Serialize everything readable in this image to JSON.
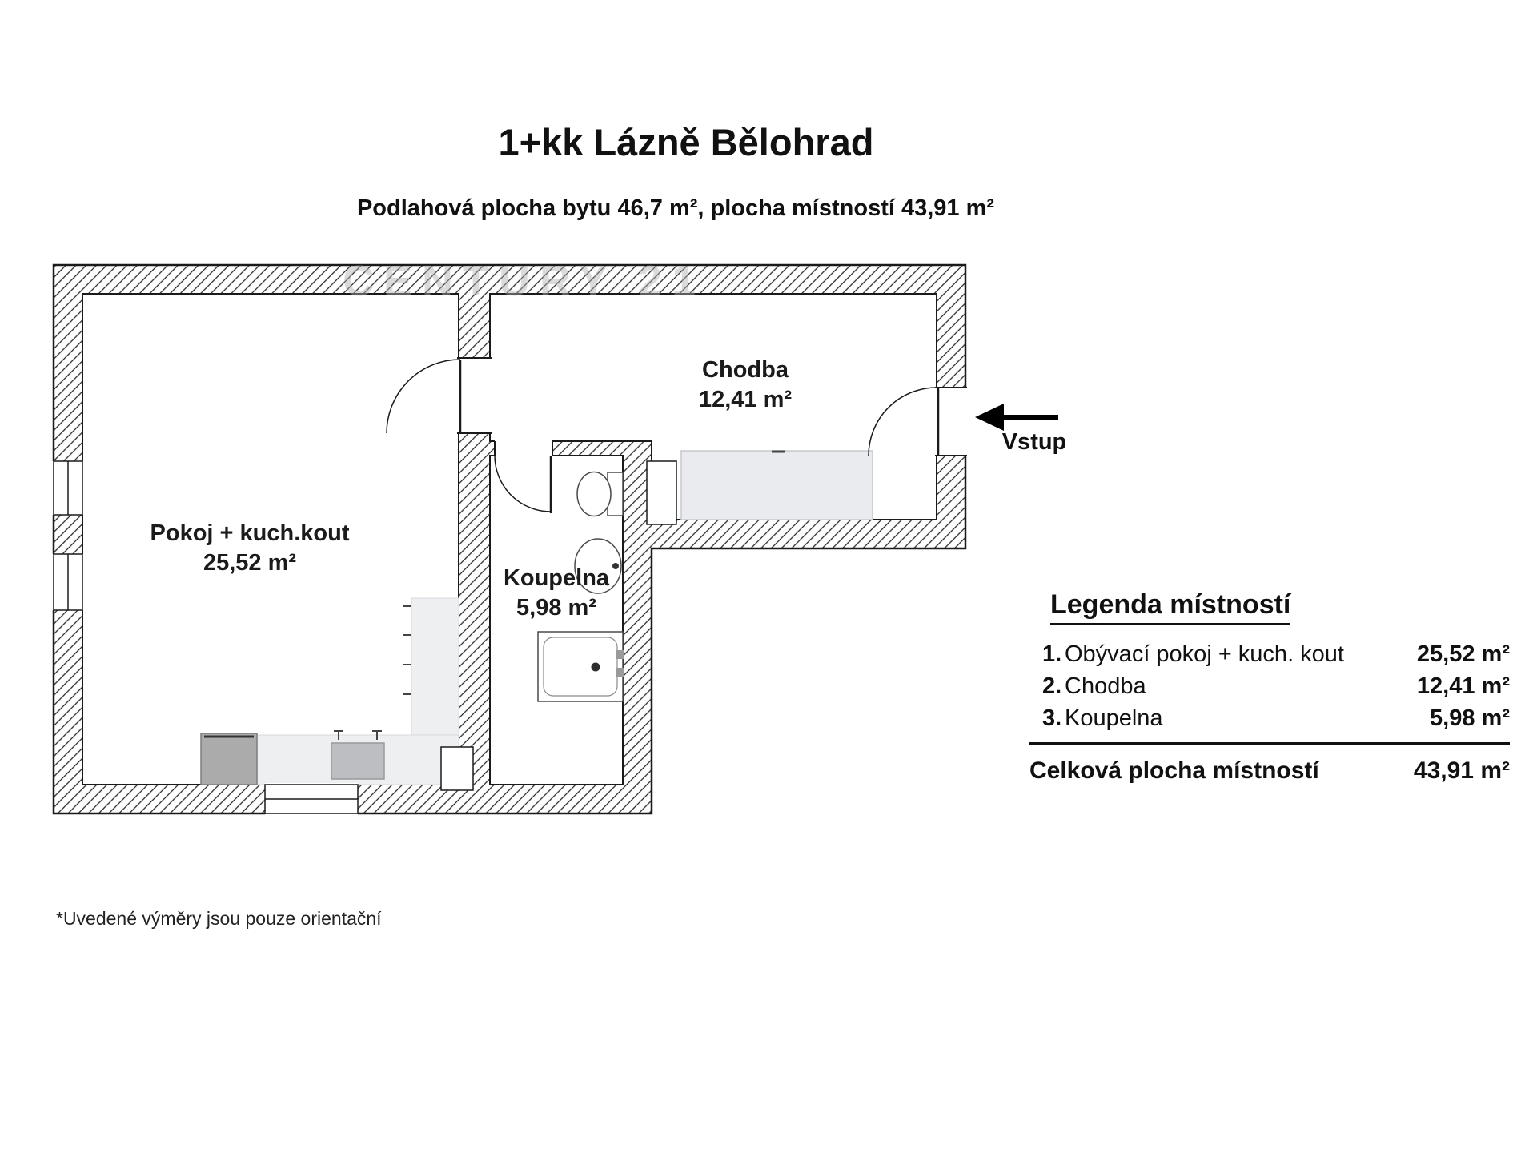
{
  "header": {
    "title": "1+kk Lázně Bělohrad",
    "subtitle": "Podlahová plocha bytu 46,7 m², plocha místností 43,91 m²"
  },
  "watermark": "CENTURY 21",
  "floorplan": {
    "rooms": [
      {
        "name": "Pokoj + kuch.kout",
        "area": "25,52 m²"
      },
      {
        "name": "Chodba",
        "area": "12,41 m²"
      },
      {
        "name": "Koupelna",
        "area": "5,98 m²"
      }
    ],
    "entrance_label": "Vstup"
  },
  "legend": {
    "title": "Legenda místností",
    "rows": [
      {
        "num": "1.",
        "name": "Obývací pokoj + kuch. kout",
        "area": "25,52 m²"
      },
      {
        "num": "2.",
        "name": "Chodba",
        "area": "12,41 m²"
      },
      {
        "num": "3.",
        "name": "Koupelna",
        "area": "5,98 m²"
      }
    ],
    "total_label": "Celková plocha místností",
    "total_area": "43,91 m²"
  },
  "footnote": "*Uvedené výměry jsou pouze orientační"
}
